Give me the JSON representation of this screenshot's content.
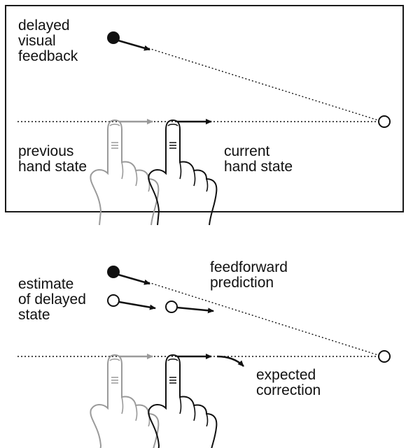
{
  "panels": {
    "top": {
      "feedback_label": "delayed\nvisual\nfeedback",
      "previous_label": "previous\nhand state",
      "current_label": "current\nhand state"
    },
    "bottom": {
      "estimate_label": "estimate\nof delayed\nstate",
      "prediction_label": "feedforward\nprediction",
      "correction_label": "expected\ncorrection"
    }
  },
  "colors": {
    "ink": "#111111",
    "faded": "#9a9a9a"
  }
}
